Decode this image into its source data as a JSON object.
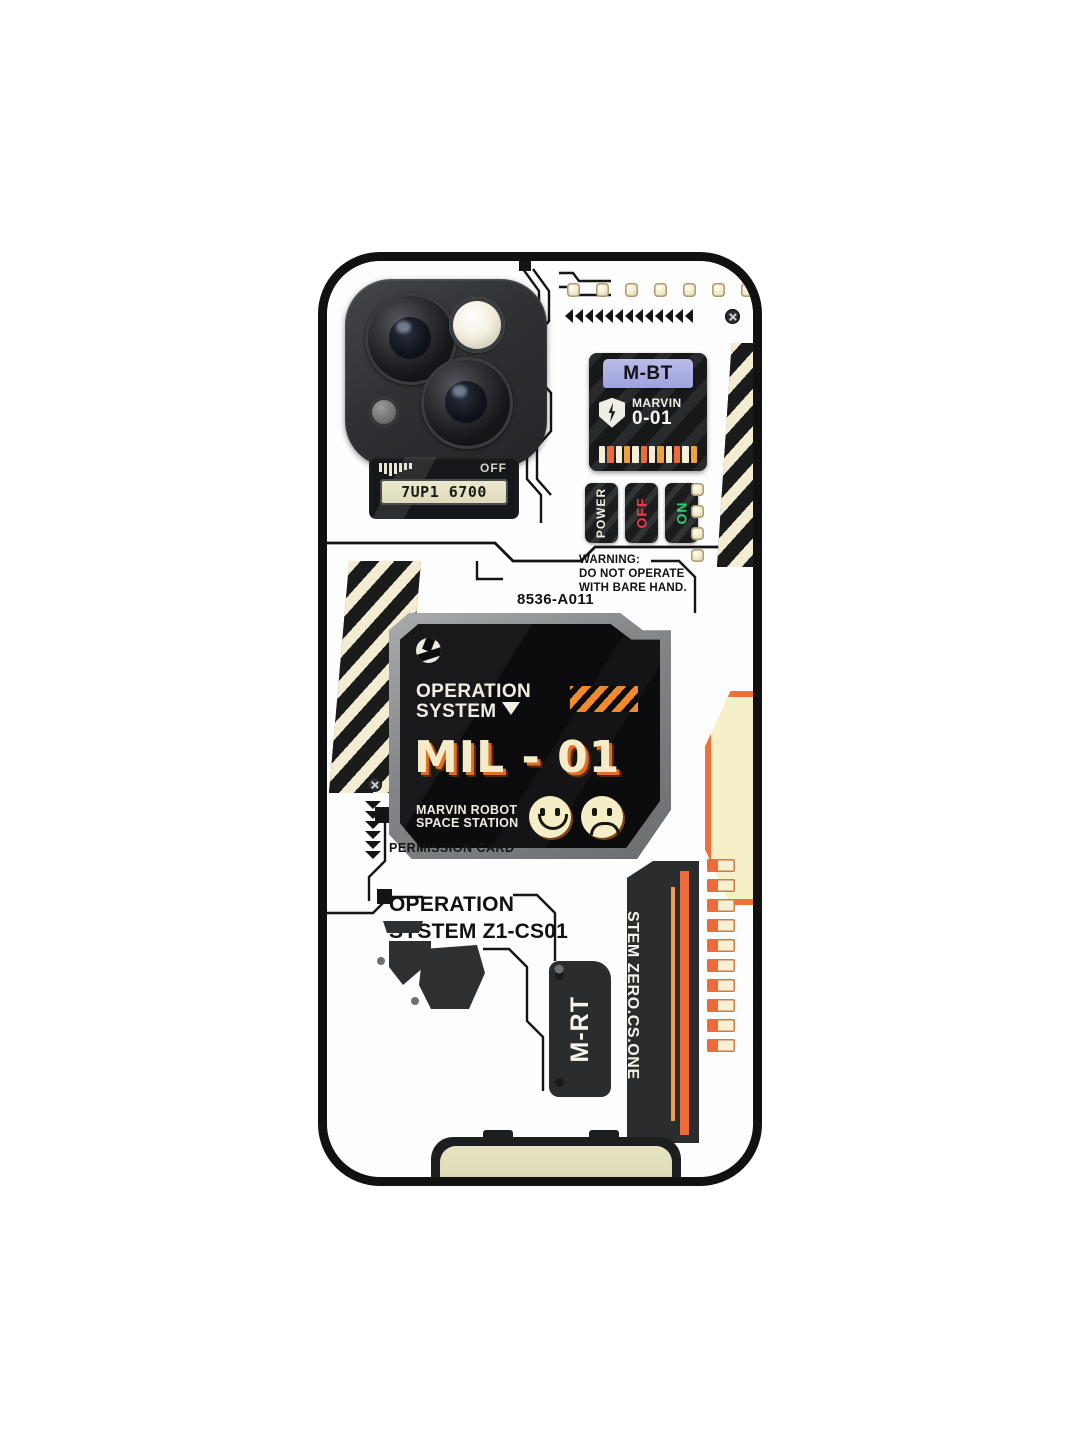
{
  "product": {
    "type": "phone-case",
    "background_color": "#ffffff",
    "case_body_color": "#ffffff",
    "case_border_color": "#111111"
  },
  "palette": {
    "cream": "#f2edd2",
    "orange": "#ee6a38",
    "orange_light": "#f08a2c",
    "periwinkle": "#9fa2dd",
    "red": "#f4384a",
    "green": "#2fd06a",
    "dark": "#17181a",
    "grey_bezel": "#85878a"
  },
  "camera": {
    "lens_count": 2,
    "flash_label": "flash",
    "mic_label": "microphone"
  },
  "lcd": {
    "readout": "7UP1 6700",
    "off_label": "OFF",
    "bar_count": 7
  },
  "top_strip": {
    "led_count": 7,
    "chevron_count": 13,
    "chevron_direction": "left"
  },
  "mbt_module": {
    "label": "M-BT",
    "brand": "MARVIN",
    "code": "0-01",
    "icon": "lightning-shield",
    "segment_count": 12,
    "segment_colors": [
      "#f5efd6",
      "#ee6a38",
      "#f5efd6",
      "#f0a13c",
      "#f5efd6",
      "#ee6a38",
      "#f5efd6",
      "#f0a13c",
      "#f5efd6",
      "#ee6a38",
      "#f5efd6",
      "#f0a13c"
    ]
  },
  "switches": [
    {
      "label": "POWER",
      "state": "label",
      "color": "#eeece3"
    },
    {
      "label": "OFF",
      "state": "off",
      "color": "#f4384a"
    },
    {
      "label": "ON",
      "state": "on",
      "color": "#2fd06a"
    }
  ],
  "switch_led_count": 4,
  "warning": {
    "line1": "WARNING:",
    "line2": "DO NOT OPERATE",
    "line3": "WITH BARE HAND."
  },
  "display_panel": {
    "serial": "8536-A011",
    "os_line1": "OPERATION",
    "os_line2": "SYSTEM",
    "title": "MIL - 01",
    "sub_line1": "MARVIN ROBOT",
    "sub_line2": "SPACE STATION",
    "faces": [
      "happy",
      "sad"
    ],
    "badge_icon": "circular-logo",
    "hazard_badge": "orange-diagonal-stripes"
  },
  "chevron_column": {
    "count": 6,
    "direction": "down"
  },
  "permission": {
    "card_label": "PERMISSION CARD",
    "os_line1": "OPERATION",
    "os_line2": "SYSTEM Z1-CS01"
  },
  "vertical_labels": {
    "module_text": "STEM ZERO.CS.ONE",
    "tag_text": "M-RT"
  },
  "connector_pins": {
    "count": 10
  },
  "hazard_panels": {
    "right_label": "hazard-stripe-panel-right",
    "left_label": "hazard-stripe-panel-left"
  },
  "cream_panel": {
    "fill": "#f5f0c8",
    "border": "#f0703a"
  },
  "speaker_bar": {
    "fill": "#e6e3c2"
  }
}
